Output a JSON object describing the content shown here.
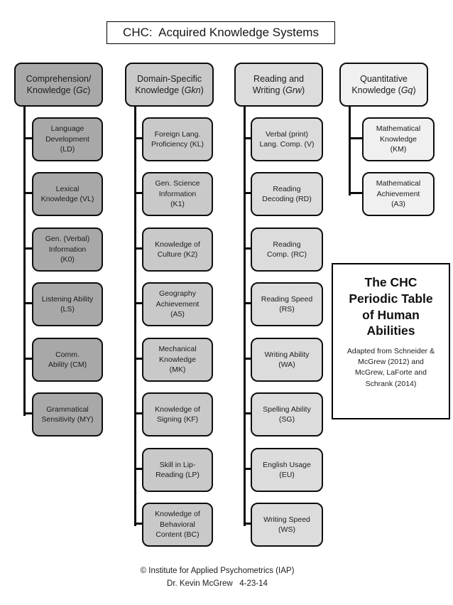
{
  "title": "CHC:  Acquired Knowledge Systems",
  "columns": [
    {
      "header": {
        "name": "Comprehension/\nKnowledge",
        "pre_code": " (",
        "code": "Gc",
        "post_code": ")"
      },
      "color": "#a8a8a8",
      "children": [
        "Language\nDevelopment\n(LD)",
        "Lexical\nKnowledge (VL)",
        "Gen. (Verbal)\nInformation\n(K0)",
        "Listening Ability\n(LS)",
        "Comm.\nAbility (CM)",
        "Grammatical\nSensitivity (MY)"
      ]
    },
    {
      "header": {
        "name": "Domain-Specific\nKnowledge",
        "pre_code": " (",
        "code": "Gkn",
        "post_code": ")"
      },
      "color": "#c9c9c9",
      "children": [
        "Foreign Lang.\nProficiency (KL)",
        "Gen. Science\nInformation\n(K1)",
        "Knowledge of\nCulture (K2)",
        "Geography\nAchievement\n(A5)",
        "Mechanical\nKnowledge\n(MK)",
        "Knowledge of\nSigning (KF)",
        "Skill in Lip-\nReading (LP)",
        "Knowledge of\nBehavioral\nContent (BC)"
      ]
    },
    {
      "header": {
        "name": "Reading and\nWriting",
        "pre_code": " (",
        "code": "Grw",
        "post_code": ")"
      },
      "color": "#dcdcdc",
      "children": [
        "Verbal (print)\nLang. Comp. (V)",
        "Reading\nDecoding (RD)",
        "Reading\nComp. (RC)",
        "Reading Speed\n(RS)",
        "Writing Ability\n(WA)",
        "Spelling Ability\n(SG)",
        "English Usage\n(EU)",
        "Writing Speed\n(WS)"
      ]
    },
    {
      "header": {
        "name": "Quantitative\nKnowledge",
        "pre_code": " (",
        "code": "Gq",
        "post_code": ")"
      },
      "color": "#f0f0f0",
      "children": [
        "Mathematical\nKnowledge\n(KM)",
        "Mathematical\nAchievement\n(A3)"
      ]
    }
  ],
  "info_box": {
    "title": "The CHC\nPeriodic Table\nof Human\nAbilities",
    "subtitle": "Adapted from Schneider &\nMcGrew (2012) and\nMcGrew, LaForte and\nSchrank (2014)"
  },
  "footer": {
    "line1": "© Institute for Applied Psychometrics (IAP)",
    "line2": "Dr. Kevin McGrew   4-23-14"
  }
}
